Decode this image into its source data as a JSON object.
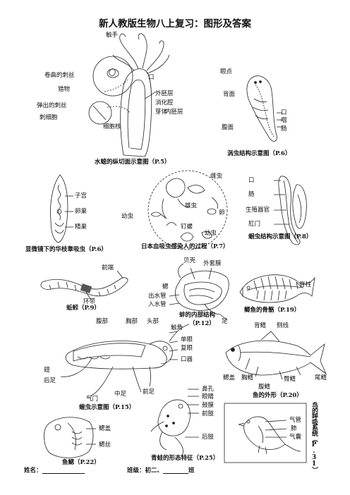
{
  "title": "新人教版生物八上复习：图形及答案",
  "hydra": {
    "labels": [
      "触手",
      "卷曲的刺丝",
      "猎物",
      "弹出的刺丝",
      "刺细胞",
      "细胞核",
      "口",
      "外胚层",
      "消化腔",
      "内胚层",
      "芽体"
    ],
    "caption": "水螅的纵切面示意图（P.5）"
  },
  "planarian": {
    "labels": [
      "眼点",
      "背面",
      "腹面",
      "口",
      "咽",
      "肠"
    ],
    "caption": "涡虫结构示意图（P.6）"
  },
  "fluke": {
    "labels": [
      "子宫",
      "卵巢",
      "精巢"
    ],
    "caption": "显微镜下的华枝睾吸虫（P.6）"
  },
  "schisto": {
    "labels": [
      "雌虫",
      "雄虫",
      "卵",
      "幼虫",
      "钉螺",
      "幼虫"
    ],
    "caption": "日本血吸虫感染人的过程（P.7）"
  },
  "roundworm": {
    "labels": [
      "口",
      "肠",
      "生殖器官",
      "肛门"
    ],
    "caption": "蛔虫结构示意图（P.8）"
  },
  "earthworm": {
    "labels": [
      "前端",
      "环带"
    ],
    "caption": "蚯蚓（P.9）"
  },
  "mussel": {
    "labels": [
      "贝壳",
      "外套膜",
      "鳃",
      "出水管",
      "入水管",
      "足"
    ],
    "caption": "蚌的内部结构",
    "caption_page": "（P.12）"
  },
  "fish_bone": {
    "labels": [
      "脊柱"
    ],
    "caption": "鲫鱼的骨骼（P.19）"
  },
  "grasshopper": {
    "labels": [
      "腹部",
      "胸部",
      "头部",
      "触角",
      "单眼",
      "复眼",
      "口器",
      "翅",
      "后足",
      "气门",
      "中足",
      "前足"
    ],
    "caption": "蝗虫示意图（P.15）"
  },
  "fish_ext": {
    "labels": [
      "背鳍",
      "侧线",
      "鳃盖",
      "胸鳍",
      "腹鳍",
      "臀鳍",
      "尾鳍"
    ],
    "caption": "鱼的外形（P.20）"
  },
  "fish_head": {
    "labels": [
      "鳃盖",
      "鳃丝"
    ],
    "caption": "鱼鳃（P.22）"
  },
  "frog": {
    "labels": [
      "鼻孔",
      "眼睛",
      "鼓膜",
      "前肢",
      "后肢"
    ],
    "caption": "青蛙的形态特征（P.25）"
  },
  "bird": {
    "labels": [
      "气管",
      "肺",
      "气囊"
    ],
    "caption": "鸟的呼吸系统（P.31）"
  },
  "footer": {
    "name_label": "姓名：",
    "class_label": "班级：初二、",
    "class_suffix": "班"
  }
}
